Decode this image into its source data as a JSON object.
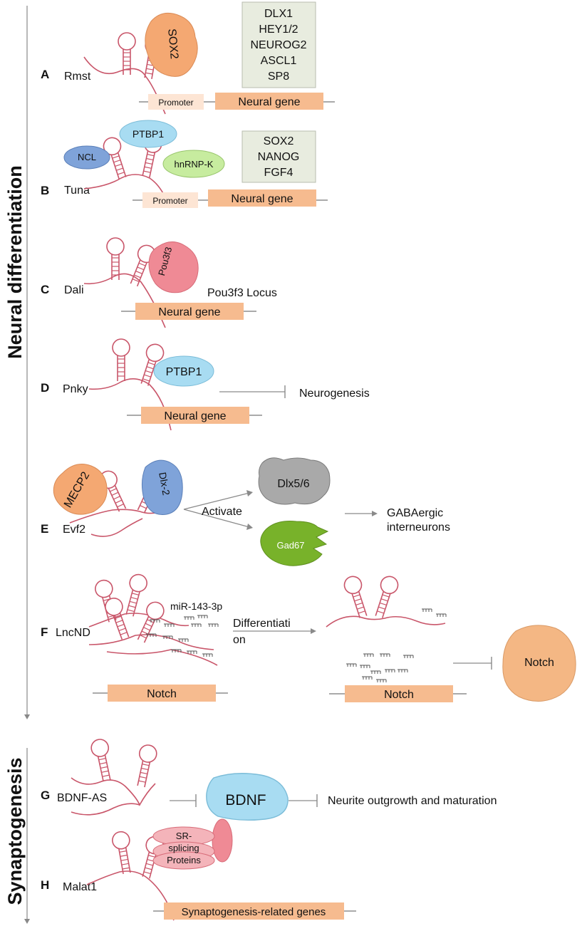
{
  "sections": {
    "neural": "Neural differentiation",
    "synapto": "Synaptogenesis"
  },
  "panels": {
    "A": {
      "letter": "A",
      "name": "Rmst",
      "protein": "SOX2",
      "promoter": "Promoter",
      "gene": "Neural gene",
      "targets": [
        "DLX1",
        "HEY1/2",
        "NEUROG2",
        "ASCL1",
        "SP8"
      ]
    },
    "B": {
      "letter": "B",
      "name": "Tuna",
      "proteins": [
        "NCL",
        "PTBP1",
        "hnRNP-K"
      ],
      "promoter": "Promoter",
      "gene": "Neural gene",
      "targets": [
        "SOX2",
        "NANOG",
        "FGF4"
      ]
    },
    "C": {
      "letter": "C",
      "name": "Dali",
      "protein": "Pou3f3",
      "locus": "Pou3f3 Locus",
      "gene": "Neural gene"
    },
    "D": {
      "letter": "D",
      "name": "Pnky",
      "protein": "PTBP1",
      "gene": "Neural gene",
      "outcome": "Neurogenesis"
    },
    "E": {
      "letter": "E",
      "name": "Evf2",
      "proteins": [
        "MECP2",
        "Dlx-2"
      ],
      "action": "Activate",
      "targets": [
        "Dlx5/6",
        "Gad67"
      ],
      "outcome_line1": "GABAergic",
      "outcome_line2": "interneurons"
    },
    "F": {
      "letter": "F",
      "name": "LncND",
      "mirna": "miR-143-3p",
      "gene_left": "Notch",
      "process_line1": "Differentiati",
      "process_line2": "on",
      "gene_right": "Notch",
      "protein": "Notch"
    },
    "G": {
      "letter": "G",
      "name": "BDNF-AS",
      "protein": "BDNF",
      "outcome": "Neurite outgrowth and maturation"
    },
    "H": {
      "letter": "H",
      "name": "Malat1",
      "protein_line1": "SR-",
      "protein_line2": "splicing",
      "protein_line3": "Proteins",
      "gene": "Synaptogenesis-related genes"
    }
  },
  "colors": {
    "rna": "#c9566a",
    "gene_box": "#f6bb8f",
    "promoter_box": "#fde5d4",
    "target_box": "#e8ecdf",
    "target_border": "#b8bcaf",
    "orange_protein": "#f4a872",
    "blue_protein": "#a8dcf2",
    "pink_protein": "#ef8a95",
    "gray_protein": "#a9a9a9",
    "green_protein": "#78b22a",
    "arrow": "#8a8a8a"
  }
}
